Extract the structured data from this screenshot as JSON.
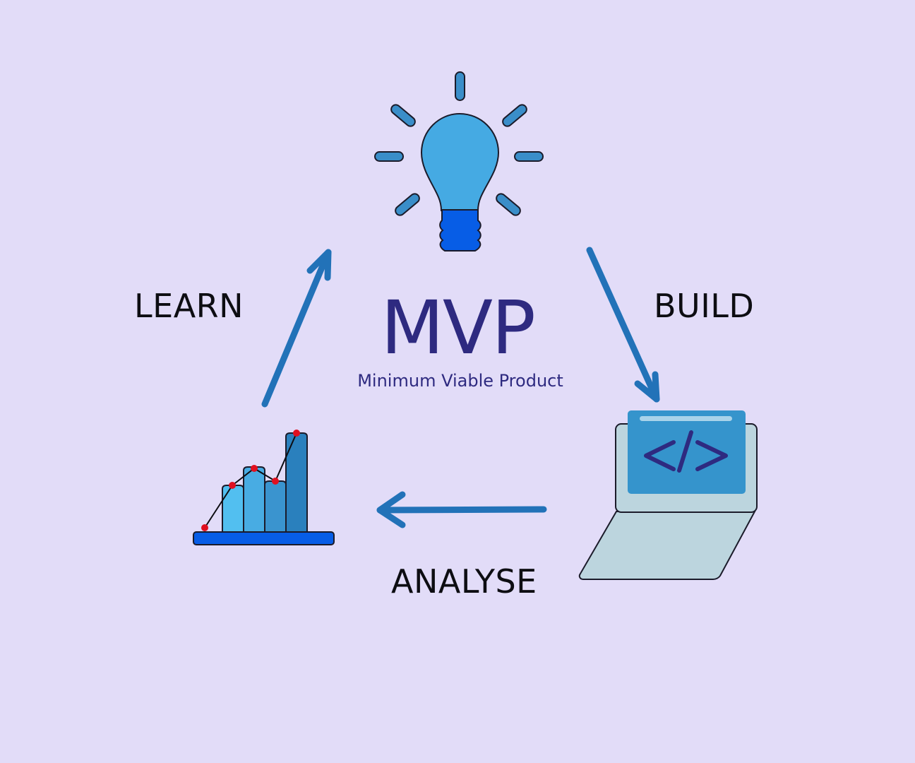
{
  "center": {
    "title": "MVP",
    "subtitle": "Minimum Viable Product"
  },
  "cycle": {
    "learn_label": "LEARN",
    "build_label": "BUILD",
    "analyse_label": "ANALYSE"
  },
  "icons": {
    "top": "lightbulb-icon",
    "right": "laptop-code-icon",
    "left": "bar-chart-icon",
    "code_glyph": "</>"
  },
  "colors": {
    "background": "#e2dcf8",
    "arrow": "#2272b8",
    "title": "#2e2a80",
    "bulb": "#45aae3",
    "bulb_base": "#075de6",
    "laptop_body": "#bcd5de",
    "laptop_screen": "#3594cc",
    "code": "#2e2a80",
    "chart_dots": "#e01020"
  }
}
